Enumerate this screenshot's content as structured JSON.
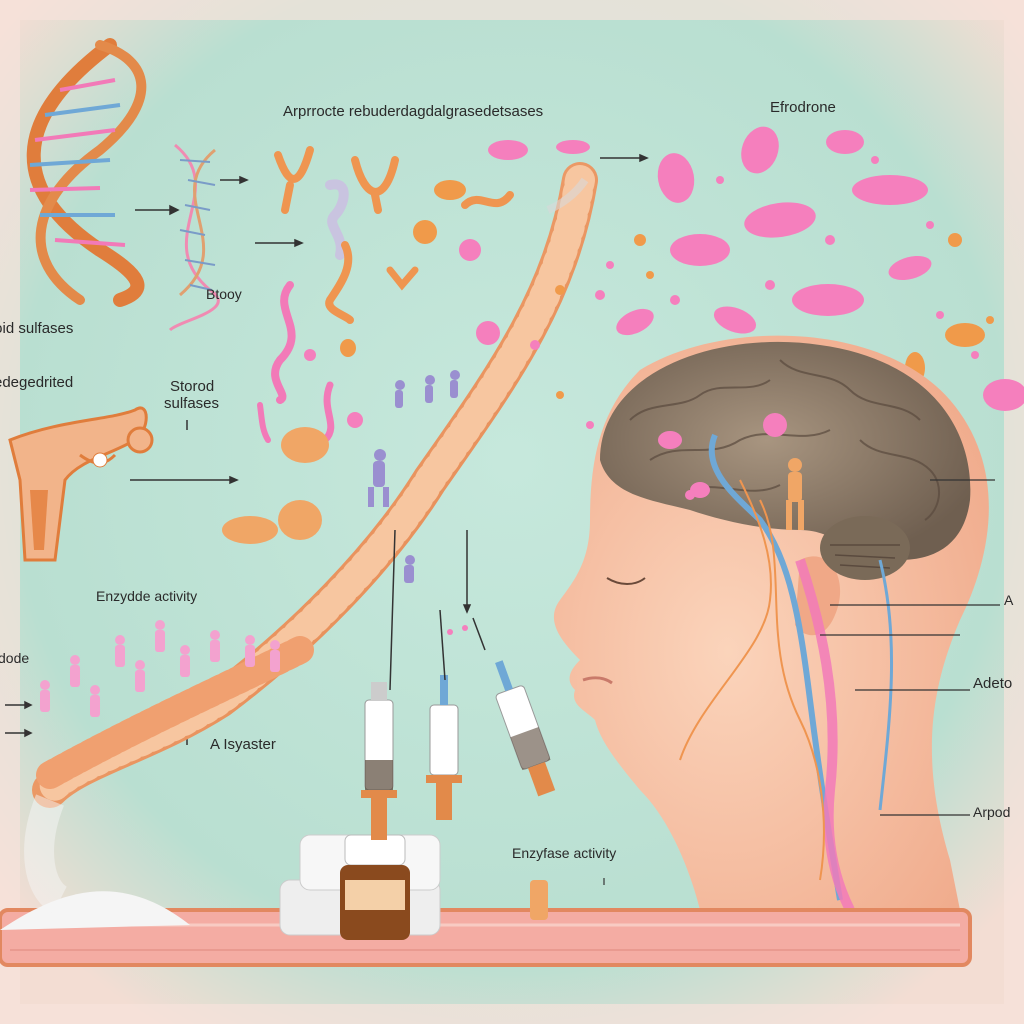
{
  "labels": {
    "top_center": "Arprrocte rebuderdagdalgrasedetsases",
    "top_right": "Efrodrone",
    "btooy": "Btooy",
    "oid_sulfases": "toid sulfases",
    "edegedrited": "edegedrited",
    "storod_sulfases_1": "Storod",
    "storod_sulfases_2": "sulfases",
    "enzyme_activity_left": "Enzydde activity",
    "dode": "dode",
    "lysaster": "A Isyaster",
    "enzyme_activity_bottom": "Enzyfase activity",
    "right_1": "A",
    "right_2": "Adeto",
    "right_3": "Arpod"
  },
  "colors": {
    "background": "#bfe3d6",
    "coral": "#e8874a",
    "pink": "#f27ab8",
    "skin": "#f6c3a3",
    "brain": "#8a7a6a",
    "nerve_blue": "#6fa8d6",
    "base_strip": "#f2a8a0"
  },
  "icons": [
    "dna-helix-icon",
    "uterus-icon",
    "syringe-icon",
    "vial-icon",
    "brain-icon",
    "pill-icon",
    "human-figure-icon"
  ]
}
